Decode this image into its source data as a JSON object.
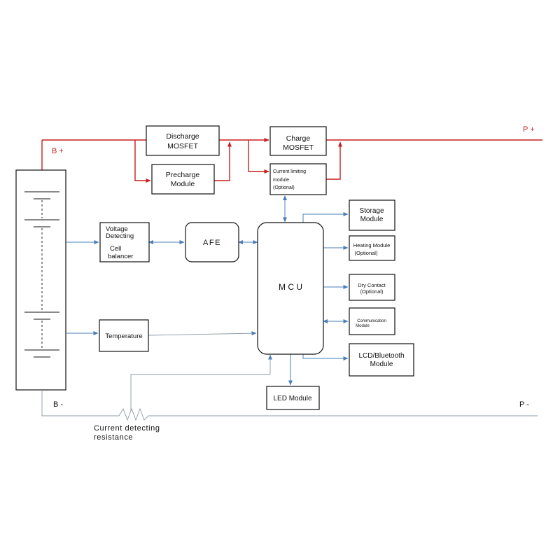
{
  "terminals": {
    "b_plus": "B +",
    "p_plus": "P +",
    "b_minus": "B -",
    "p_minus": "P -"
  },
  "blocks": {
    "discharge_mosfet": [
      "Discharge",
      "MOSFET"
    ],
    "precharge_module": [
      "Precharge",
      "Module"
    ],
    "charge_mosfet": [
      "Charge",
      "MOSFET"
    ],
    "current_limiting_module": [
      "Current limiting",
      "module",
      "(Optional)"
    ],
    "voltage_detecting": [
      "Voltage",
      "Detecting"
    ],
    "cell_balancer": [
      "Cell",
      "balancer"
    ],
    "afe": "AFE",
    "mcu": "M C U",
    "temperature": "Temperature",
    "storage_module": [
      "Storage",
      "Module"
    ],
    "heating_module": [
      "Heating Module",
      "(Optional)"
    ],
    "dry_contact": [
      "Dry Contact",
      "(Optional)"
    ],
    "communication_module": [
      "Communication",
      "Module"
    ],
    "lcd_bluetooth_module": [
      "LCD/Bluetooth",
      "Module"
    ],
    "led_module": "LED Module"
  },
  "current_detecting_resistance": [
    "Current detecting",
    "resistance"
  ],
  "colors": {
    "power_path": "#c81e1e",
    "signal_path": "#4a7fb8",
    "sense_path": "#8a9aa8"
  }
}
